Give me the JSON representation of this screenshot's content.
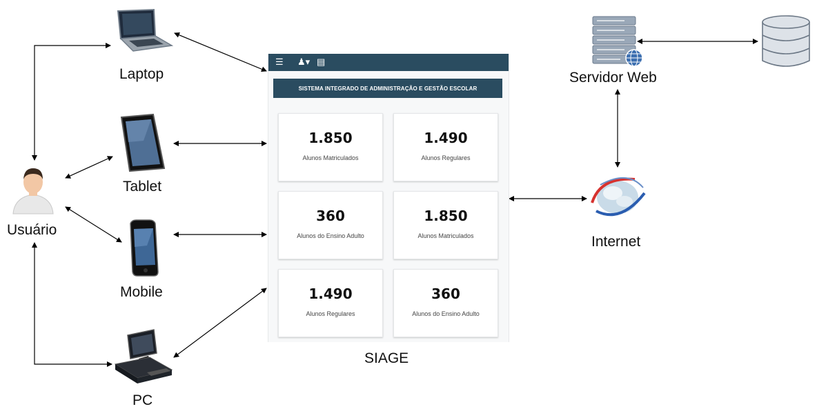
{
  "nodes": {
    "laptop": "Laptop",
    "tablet": "Tablet",
    "mobile": "Mobile",
    "pc": "PC",
    "user": "Usuário",
    "server": "Servidor Web",
    "internet": "Internet",
    "siage": "SIAGE"
  },
  "siage_screen": {
    "title": "SISTEMA INTEGRADO DE ADMINISTRAÇÃO E GESTÃO ESCOLAR",
    "cards": [
      {
        "value": "1.850",
        "label": "Alunos Matriculados"
      },
      {
        "value": "1.490",
        "label": "Alunos Regulares"
      },
      {
        "value": "360",
        "label": "Alunos do Ensino Adulto"
      },
      {
        "value": "1.850",
        "label": "Alunos Matriculados"
      },
      {
        "value": "1.490",
        "label": "Alunos Regulares"
      },
      {
        "value": "360",
        "label": "Alunos do Ensino Adulto"
      }
    ]
  },
  "colors": {
    "accent": "#2a4c60"
  },
  "icons": [
    "laptop-icon",
    "tablet-icon",
    "mobile-icon",
    "pc-icon",
    "user-icon",
    "server-icon",
    "database-icon",
    "internet-icon",
    "menu-icon",
    "user-menu-icon",
    "school-icon"
  ]
}
